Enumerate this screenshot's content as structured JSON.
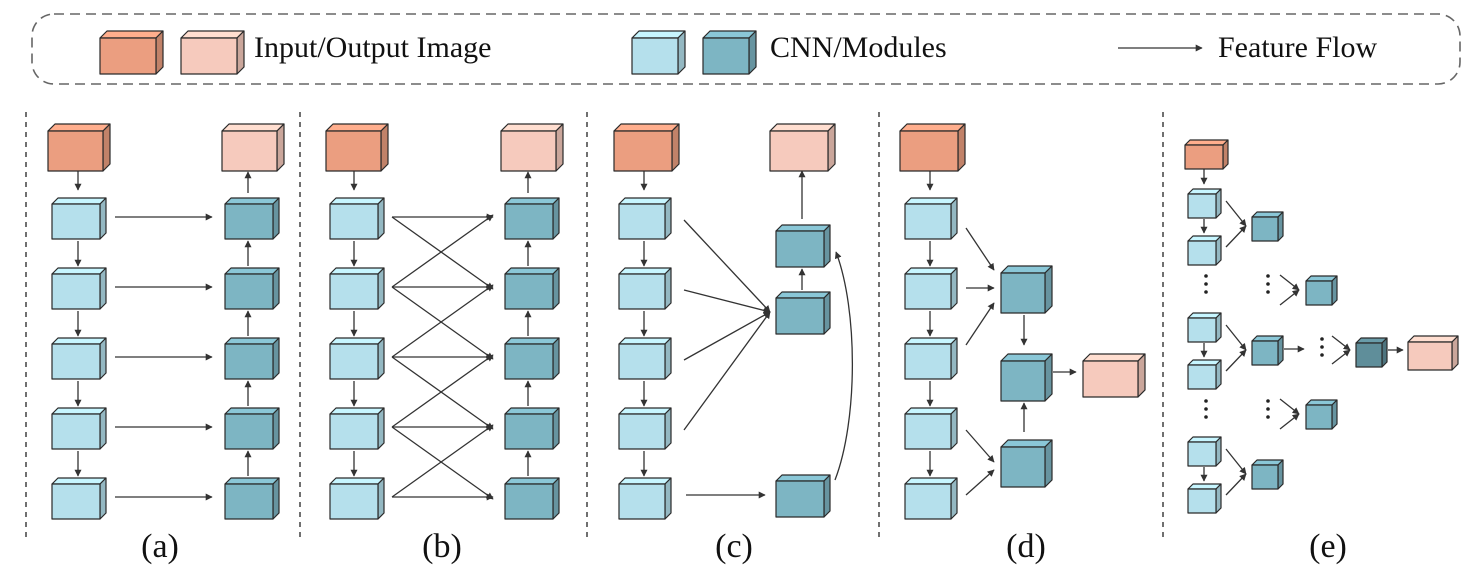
{
  "legend": {
    "input_output_label": "Input/Output Image",
    "cnn_modules_label": "CNN/Modules",
    "feature_flow_label": "Feature Flow"
  },
  "panels": [
    {
      "label": "(a)"
    },
    {
      "label": "(b)"
    },
    {
      "label": "(c)"
    },
    {
      "label": "(d)"
    },
    {
      "label": "(e)"
    }
  ],
  "colors": {
    "input": "#EB9E80",
    "output": "#F6CABD",
    "cnn_light": "#B5E0EC",
    "module_dark": "#7DB5C3",
    "module_darker": "#5F8E9A",
    "stroke": "#2a2a2a"
  },
  "icons": {
    "cube": "cube-icon",
    "ellipsis": "vertical-ellipsis-icon"
  }
}
